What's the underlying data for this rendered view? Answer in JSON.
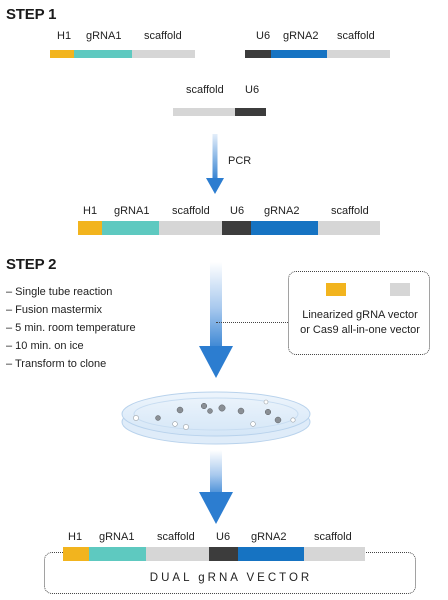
{
  "colors": {
    "h1": "#f2b41e",
    "grna1": "#5ec9c0",
    "scaffold": "#d6d6d6",
    "u6": "#3c3c3c",
    "grna2": "#1673c2",
    "arrow_light": "#cfe2f6",
    "arrow_dark": "#2c7dd0"
  },
  "step1": {
    "title": "STEP 1",
    "frag_a": {
      "labels": [
        "H1",
        "gRNA1",
        "scaffold"
      ]
    },
    "frag_b": {
      "labels": [
        "U6",
        "gRNA2",
        "scaffold"
      ]
    },
    "frag_c": {
      "labels": [
        "scaffold",
        "U6"
      ]
    },
    "pcr_label": "PCR",
    "merged": {
      "labels": [
        "H1",
        "gRNA1",
        "scaffold",
        "U6",
        "gRNA2",
        "scaffold"
      ]
    }
  },
  "step2": {
    "title": "STEP 2",
    "steps": [
      "– Single tube reaction",
      "– Fusion mastermix",
      "– 5 min. room temperature",
      "– 10 min. on ice",
      "– Transform to clone"
    ],
    "vector_note_line1": "Linearized gRNA vector",
    "vector_note_line2": "or Cas9 all-in-one vector",
    "final": {
      "labels": [
        "H1",
        "gRNA1",
        "scaffold",
        "U6",
        "gRNA2",
        "scaffold"
      ]
    },
    "final_label": "DUAL gRNA VECTOR"
  },
  "icons": [
    "arrow-down-icon",
    "petri-dish-icon"
  ]
}
